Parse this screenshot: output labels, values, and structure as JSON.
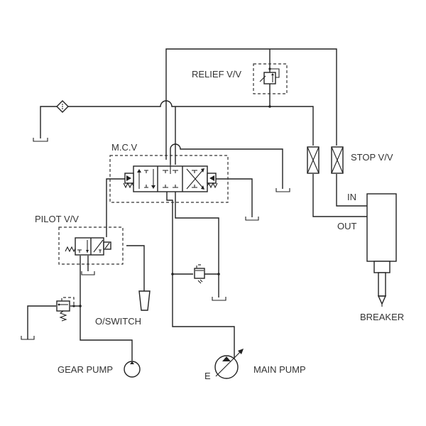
{
  "diagram": {
    "type": "hydraulic-circuit",
    "colors": {
      "line": "#222222",
      "text": "#333333",
      "background": "#ffffff"
    },
    "labels": {
      "relief_valve": "RELIEF V/V",
      "mcv": "M.C.V",
      "stop_valve": "STOP V/V",
      "in_port": "IN",
      "out_port": "OUT",
      "pilot_valve": "PILOT V/V",
      "o_switch": "O/SWITCH",
      "breaker": "BREAKER",
      "gear_pump": "GEAR PUMP",
      "main_pump": "MAIN PUMP",
      "main_pump_e": "E"
    },
    "components": [
      {
        "id": "relief-valve",
        "label_key": "relief_valve",
        "symbol": "pressure-relief-valve"
      },
      {
        "id": "filter",
        "symbol": "filter"
      },
      {
        "id": "mcv",
        "label_key": "mcv",
        "symbol": "3-position-directional-valve"
      },
      {
        "id": "stop-valve-out",
        "symbol": "shut-off-valve"
      },
      {
        "id": "stop-valve-in",
        "label_key": "stop_valve",
        "symbol": "shut-off-valve"
      },
      {
        "id": "breaker",
        "label_key": "breaker",
        "symbol": "hydraulic-breaker"
      },
      {
        "id": "pilot-valve",
        "label_key": "pilot_valve",
        "symbol": "2-position-solenoid-valve"
      },
      {
        "id": "port-relief",
        "symbol": "pressure-relief-valve"
      },
      {
        "id": "pilot-relief",
        "symbol": "pressure-relief-valve"
      },
      {
        "id": "o-switch",
        "label_key": "o_switch",
        "symbol": "pedal-switch"
      },
      {
        "id": "gear-pump",
        "label_key": "gear_pump",
        "symbol": "fixed-pump"
      },
      {
        "id": "main-pump",
        "label_key": "main_pump",
        "symbol": "variable-pump"
      }
    ]
  }
}
